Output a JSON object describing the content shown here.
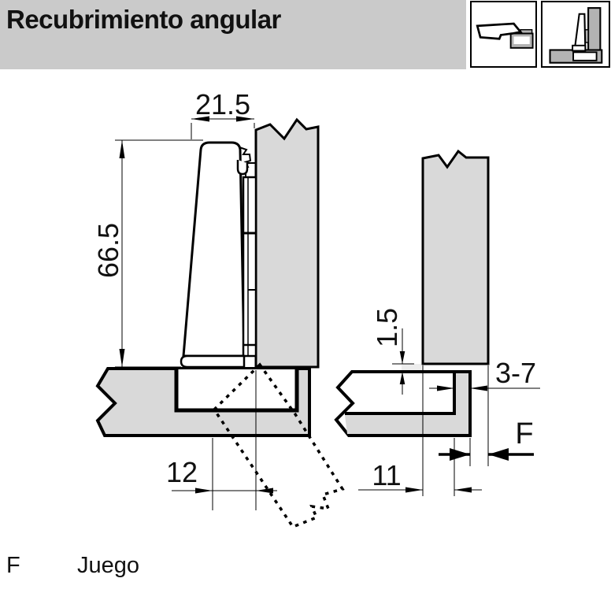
{
  "header": {
    "title": "Recubrimiento angular"
  },
  "app_icons": {
    "icon1_name": "hinge-open-side-view-icon",
    "icon2_name": "hinge-mounted-corner-view-icon"
  },
  "diagram": {
    "left_view": {
      "dim_width": "21.5",
      "dim_height": "66.5",
      "dim_cup_distance": "12"
    },
    "right_view": {
      "dim_gap": "1.5",
      "dim_overlay": "3-7",
      "dim_clearance_symbol": "F",
      "dim_drilling_distance": "11"
    }
  },
  "legend": {
    "symbol": "F",
    "label": "Juego"
  },
  "colors": {
    "header_bg": "#cacaca",
    "panel_fill": "#d9d9d9",
    "gap_fill": "#ededed",
    "icon_gray": "#b3b3b3",
    "line": "#000000",
    "white": "#ffffff"
  }
}
